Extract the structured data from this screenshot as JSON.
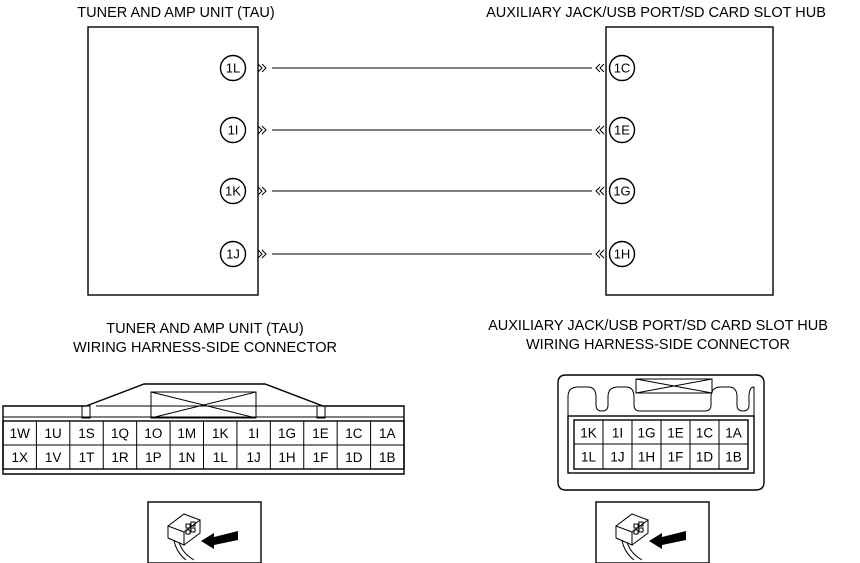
{
  "left_unit": {
    "title": "TUNER AND AMP UNIT (TAU)",
    "terminals": [
      "1L",
      "1I",
      "1K",
      "1J"
    ]
  },
  "right_unit": {
    "title": "AUXILIARY JACK/USB PORT/SD CARD SLOT HUB",
    "terminals": [
      "1C",
      "1E",
      "1G",
      "1H"
    ]
  },
  "left_connector": {
    "title_line1": "TUNER AND AMP UNIT (TAU)",
    "title_line2": "WIRING HARNESS-SIDE CONNECTOR",
    "rows": [
      [
        "1W",
        "1U",
        "1S",
        "1Q",
        "1O",
        "1M",
        "1K",
        "1I",
        "1G",
        "1E",
        "1C",
        "1A"
      ],
      [
        "1X",
        "1V",
        "1T",
        "1R",
        "1P",
        "1N",
        "1L",
        "1J",
        "1H",
        "1F",
        "1D",
        "1B"
      ]
    ]
  },
  "right_connector": {
    "title_line1": "AUXILIARY JACK/USB PORT/SD CARD SLOT HUB",
    "title_line2": "WIRING HARNESS-SIDE CONNECTOR",
    "rows": [
      [
        "1K",
        "1I",
        "1G",
        "1E",
        "1C",
        "1A"
      ],
      [
        "1L",
        "1J",
        "1H",
        "1F",
        "1D",
        "1B"
      ]
    ]
  }
}
